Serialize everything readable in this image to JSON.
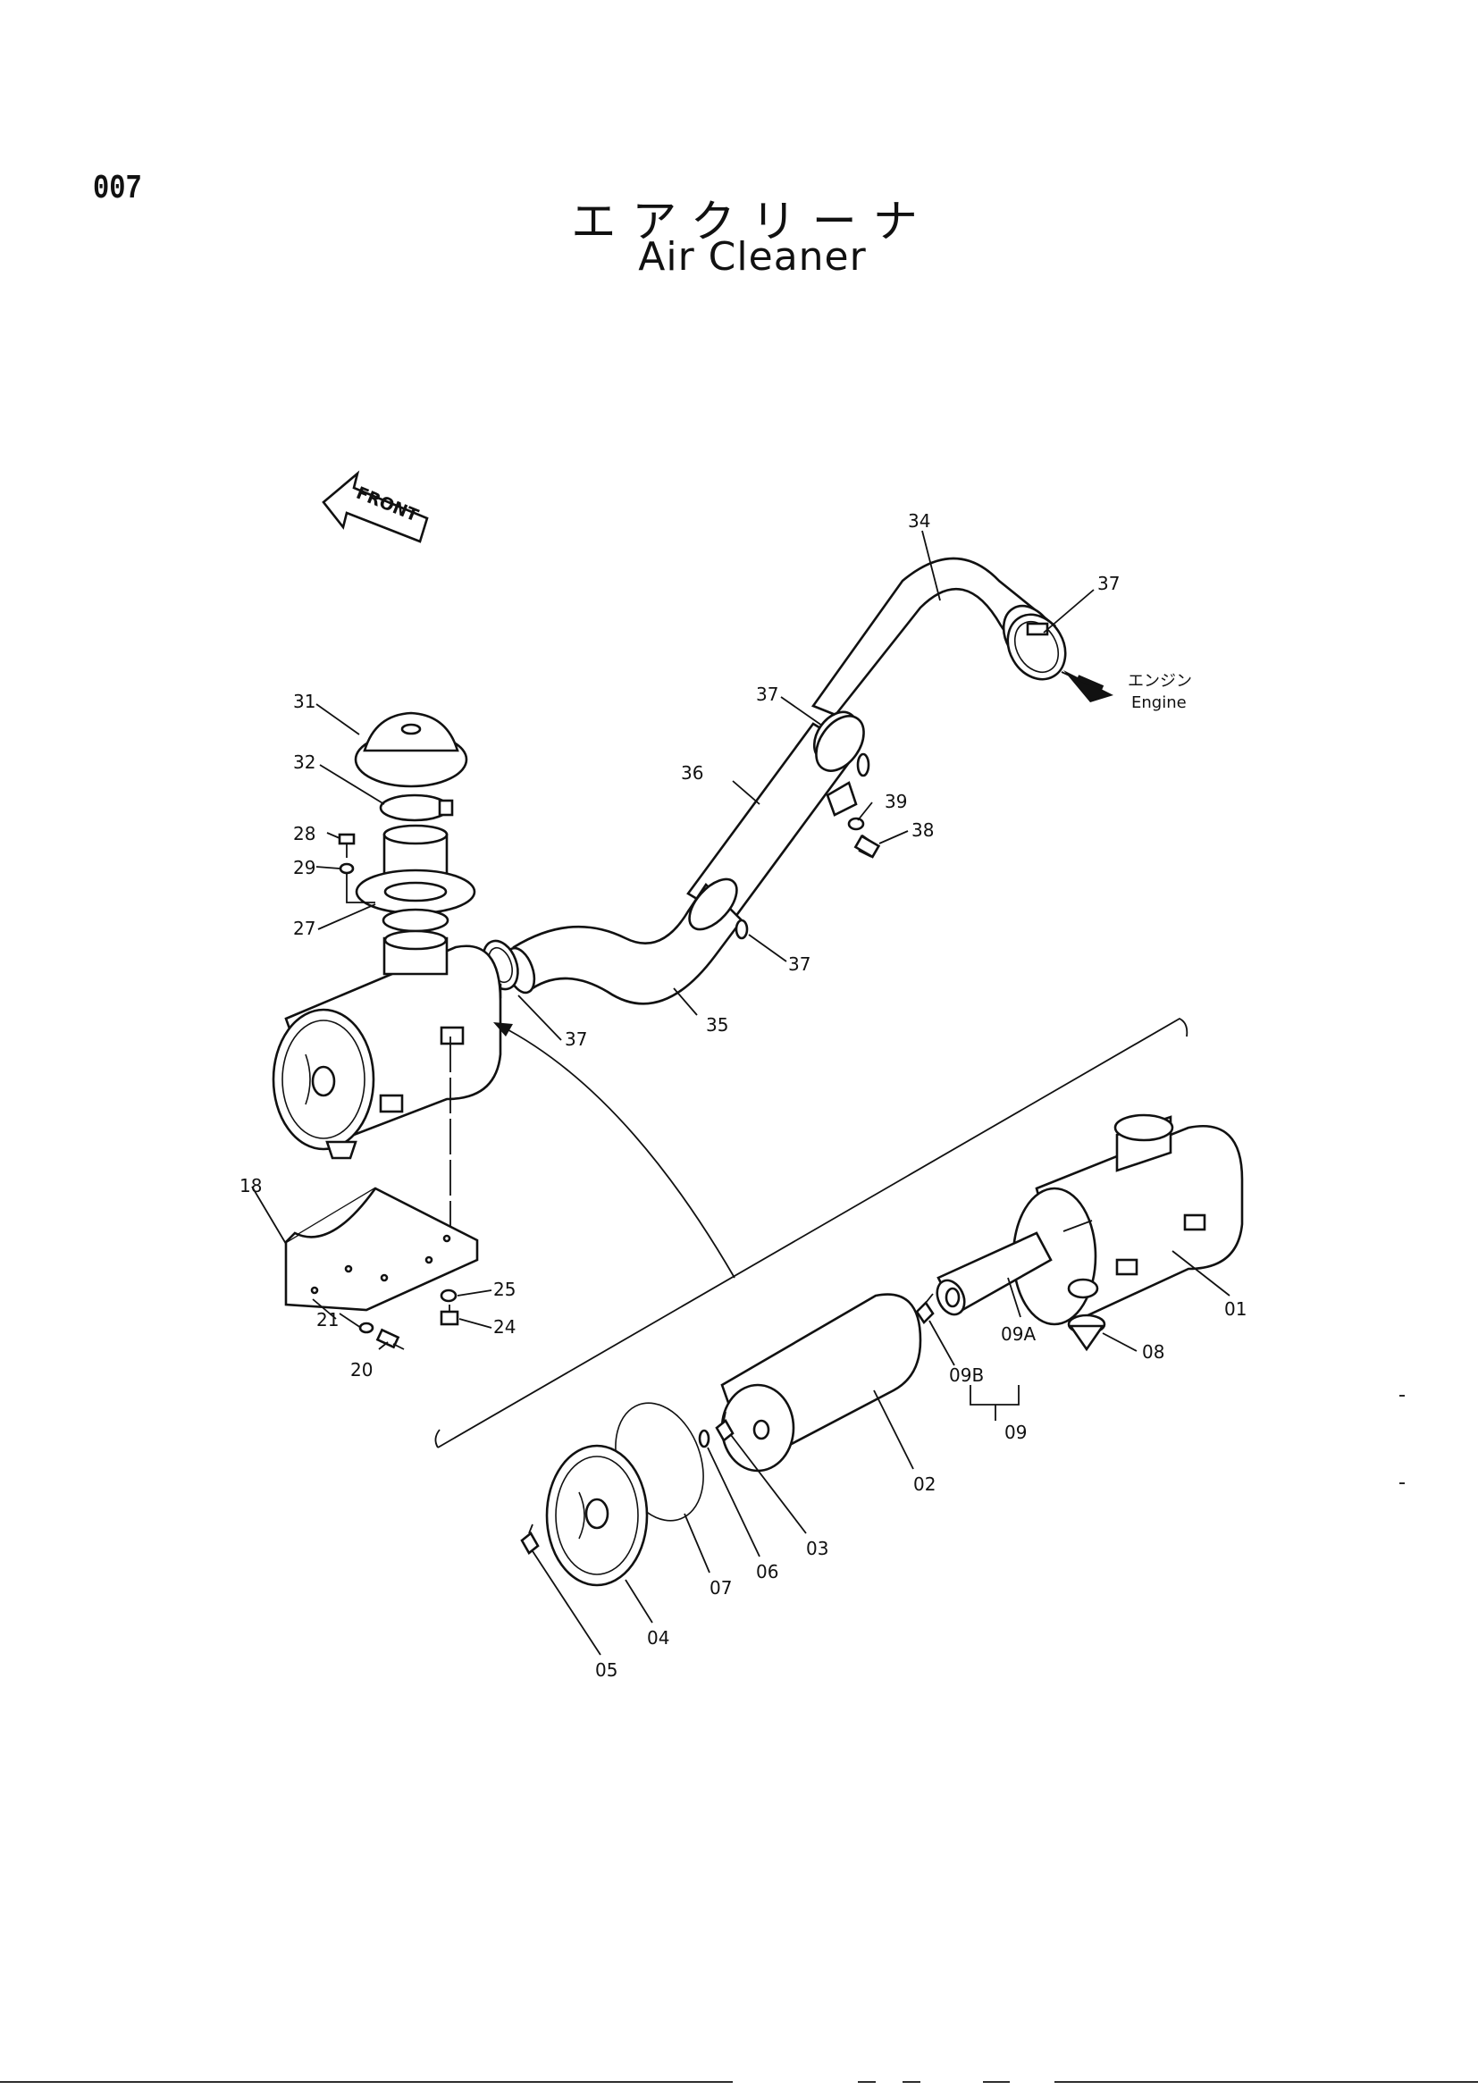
{
  "page_number": "007",
  "title_japanese": "エアクリーナ",
  "title_english": "Air Cleaner",
  "front_label": "FRONT",
  "engine_label_japanese": "エンジン",
  "engine_label_english": "Engine",
  "callouts": [
    {
      "id": "34",
      "label": "34"
    },
    {
      "id": "37a",
      "label": "37"
    },
    {
      "id": "37b",
      "label": "37"
    },
    {
      "id": "37c",
      "label": "37"
    },
    {
      "id": "37d",
      "label": "37"
    },
    {
      "id": "31",
      "label": "31"
    },
    {
      "id": "32",
      "label": "32"
    },
    {
      "id": "28",
      "label": "28"
    },
    {
      "id": "29",
      "label": "29"
    },
    {
      "id": "27",
      "label": "27"
    },
    {
      "id": "36",
      "label": "36"
    },
    {
      "id": "39",
      "label": "39"
    },
    {
      "id": "38",
      "label": "38"
    },
    {
      "id": "35",
      "label": "35"
    },
    {
      "id": "18",
      "label": "18"
    },
    {
      "id": "25",
      "label": "25"
    },
    {
      "id": "24",
      "label": "24"
    },
    {
      "id": "21",
      "label": "21"
    },
    {
      "id": "20",
      "label": "20"
    },
    {
      "id": "01",
      "label": "01"
    },
    {
      "id": "08",
      "label": "08"
    },
    {
      "id": "09A",
      "label": "09A"
    },
    {
      "id": "09B",
      "label": "09B"
    },
    {
      "id": "09",
      "label": "09"
    },
    {
      "id": "02",
      "label": "02"
    },
    {
      "id": "03",
      "label": "03"
    },
    {
      "id": "06",
      "label": "06"
    },
    {
      "id": "07",
      "label": "07"
    },
    {
      "id": "04",
      "label": "04"
    },
    {
      "id": "05",
      "label": "05"
    }
  ]
}
